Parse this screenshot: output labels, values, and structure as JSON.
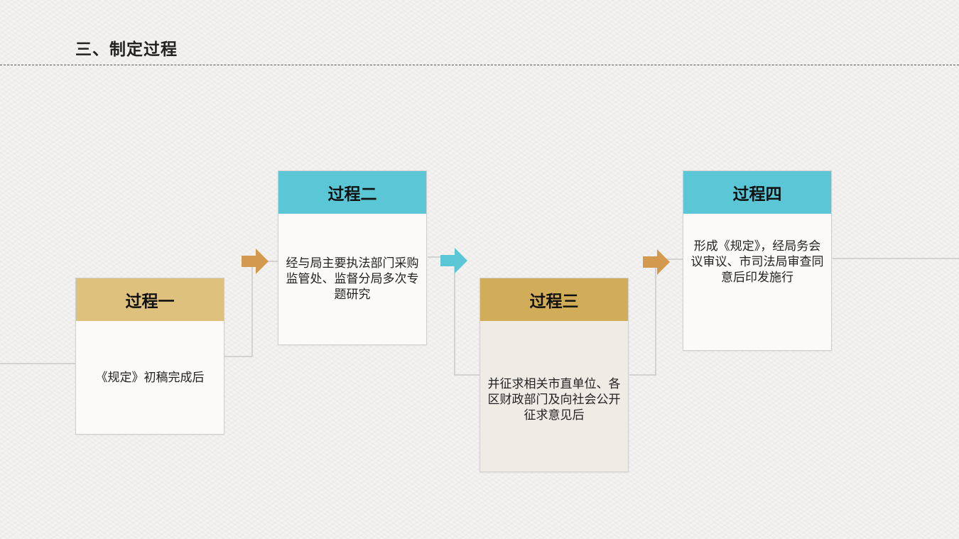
{
  "page": {
    "title": "三、制定过程"
  },
  "steps": [
    {
      "heading": "过程一",
      "text": "《规定》初稿完成后"
    },
    {
      "heading": "过程二",
      "text": "经与局主要执法部门采购监管处、监督分局多次专题研究"
    },
    {
      "heading": "过程三",
      "text": "并征求相关市直单位、各区财政部门及向社会公开征求意见后"
    },
    {
      "heading": "过程四",
      "text": "形成《规定》，经局务会议审议、市司法局审查同意后印发施行"
    }
  ],
  "colors": {
    "step1_header": "#dfc17e",
    "step2_header": "#5bc7d6",
    "step3_header": "#d2ad59",
    "step4_header": "#5bc7d6",
    "arrow_orange": "#d39a4f",
    "arrow_teal": "#5bc7d6"
  }
}
